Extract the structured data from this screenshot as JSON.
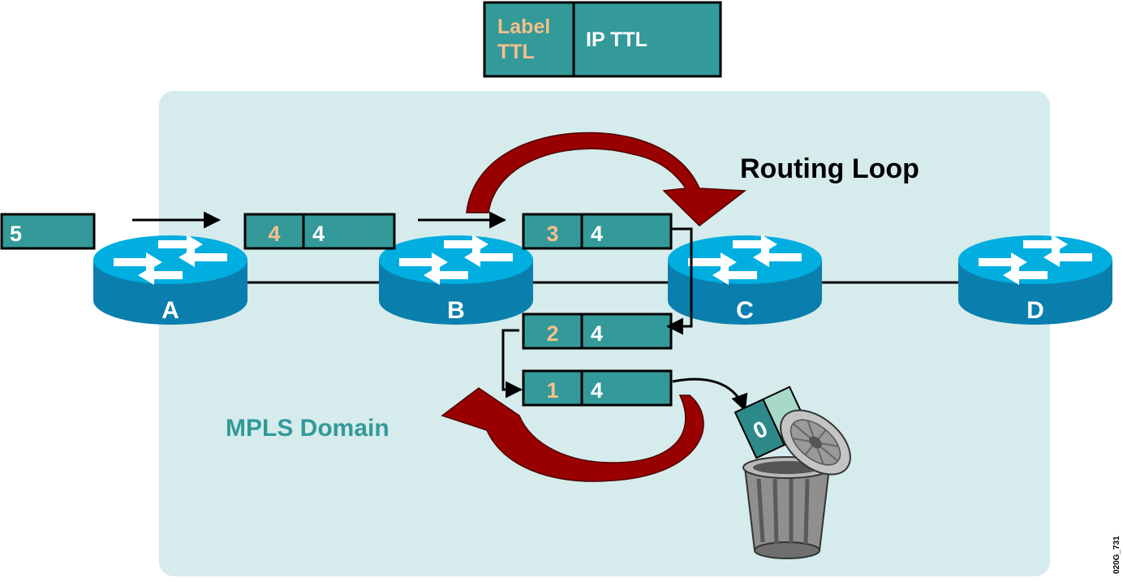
{
  "legend": {
    "label_ttl": [
      "Label",
      "TTL"
    ],
    "ip_ttl": "IP TTL"
  },
  "domain_label": "MPLS Domain",
  "loop_label": "Routing Loop",
  "routers": [
    {
      "id": "A",
      "label": "A"
    },
    {
      "id": "B",
      "label": "B"
    },
    {
      "id": "C",
      "label": "C"
    },
    {
      "id": "D",
      "label": "D"
    }
  ],
  "packets": [
    {
      "name": "packet-ip-only",
      "ip_ttl": "5"
    },
    {
      "name": "packet-hop-1",
      "label_ttl": "4",
      "ip_ttl": "4"
    },
    {
      "name": "packet-hop-2",
      "label_ttl": "3",
      "ip_ttl": "4"
    },
    {
      "name": "packet-hop-3",
      "label_ttl": "2",
      "ip_ttl": "4"
    },
    {
      "name": "packet-hop-4",
      "label_ttl": "1",
      "ip_ttl": "4"
    }
  ],
  "discarded_packet_value": "0",
  "figure_id": "020G_731",
  "colors": {
    "packet_fill": "#339999",
    "label_ttl_text": "#f5c08a",
    "domain_fill": "#d6ebeb",
    "domain_text": "#339999",
    "router_top": "#00aee0",
    "router_side": "#0a7fae",
    "loop_arrow": "#990000"
  },
  "icons": [
    "router-icon",
    "trash-can-icon",
    "curved-arrow-icon"
  ]
}
